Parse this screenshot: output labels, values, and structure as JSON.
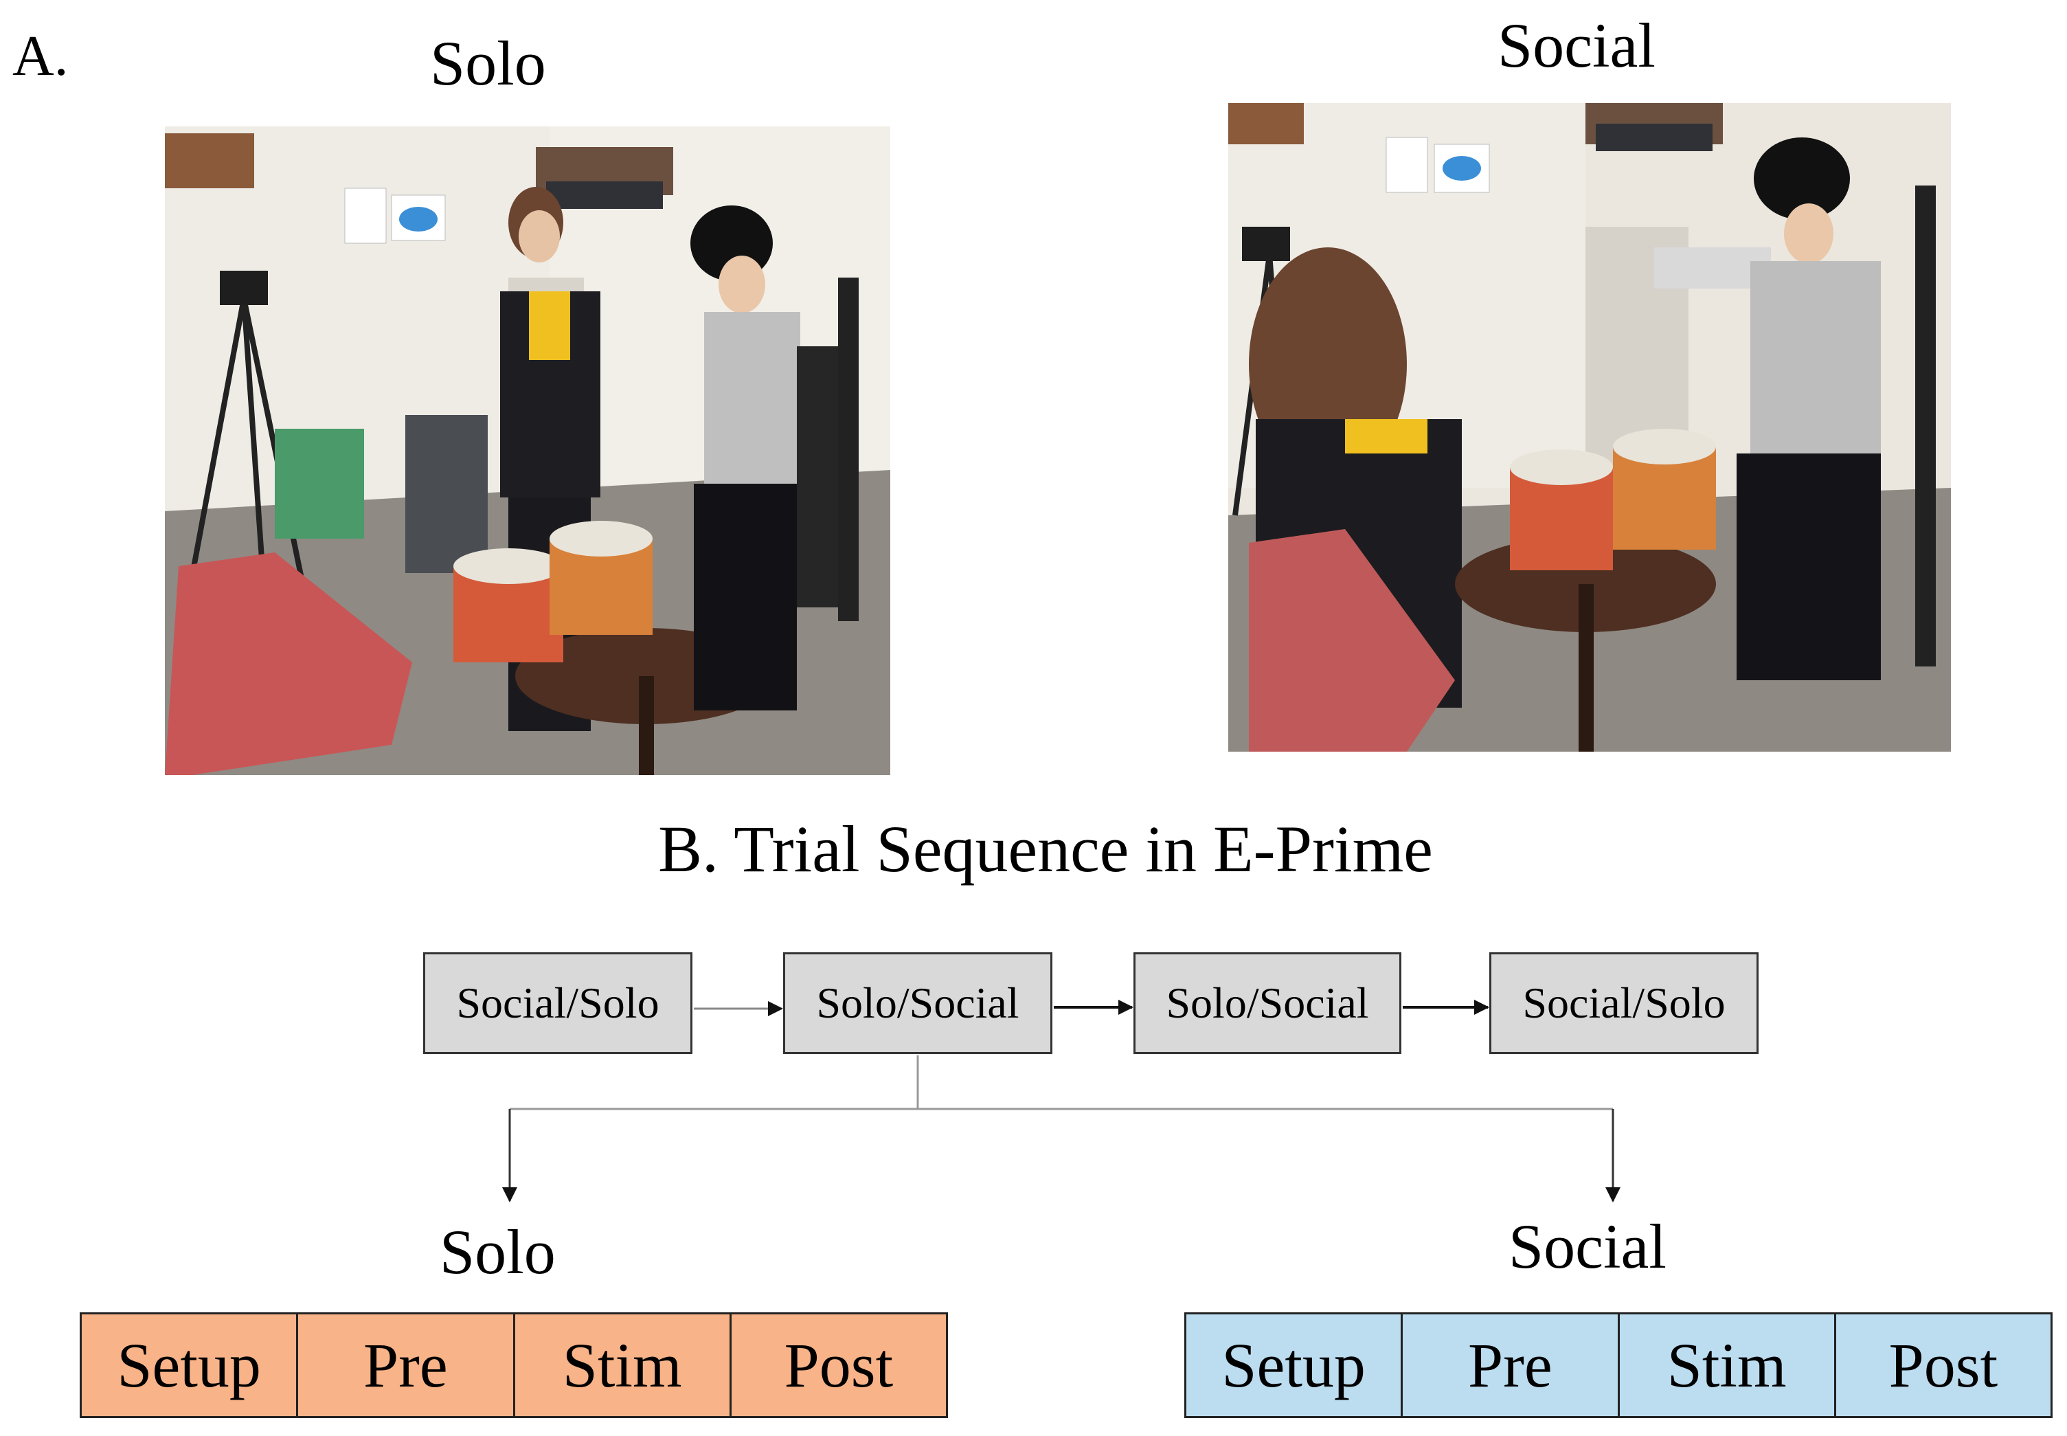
{
  "colors": {
    "solo_phase_fill": "#f9b388",
    "social_phase_fill": "#bcdcf0",
    "sequence_box_fill": "#d9d9d9"
  },
  "panel_a": {
    "label": "A.",
    "solo_title": "Solo",
    "social_title": "Social"
  },
  "panel_b": {
    "title": "B. Trial Sequence in E-Prime",
    "sequence": [
      "Social/Solo",
      "Solo/Social",
      "Solo/Social",
      "Social/Solo"
    ],
    "solo": {
      "label": "Solo",
      "phases": [
        "Setup",
        "Pre",
        "Stim",
        "Post"
      ]
    },
    "social": {
      "label": "Social",
      "phases": [
        "Setup",
        "Pre",
        "Stim",
        "Post"
      ]
    }
  }
}
